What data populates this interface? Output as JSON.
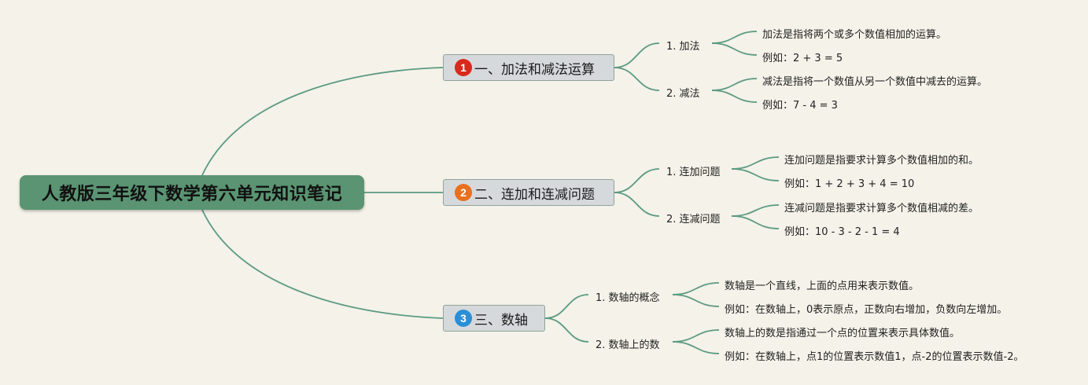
{
  "root": {
    "title": "人教版三年级下数学第六单元知识笔记"
  },
  "branches": [
    {
      "number": "1",
      "badge_color": "#d9291c",
      "title": "一、加法和减法运算",
      "subs": [
        {
          "label": "1. 加法",
          "leaves": [
            "加法是指将两个或多个数值相加的运算。",
            "例如：2 + 3 = 5"
          ]
        },
        {
          "label": "2. 减法",
          "leaves": [
            "减法是指将一个数值从另一个数值中减去的运算。",
            "例如：7 - 4 = 3"
          ]
        }
      ]
    },
    {
      "number": "2",
      "badge_color": "#e8701e",
      "title": "二、连加和连减问题",
      "subs": [
        {
          "label": "1. 连加问题",
          "leaves": [
            "连加问题是指要求计算多个数值相加的和。",
            "例如：1 + 2 + 3 + 4 = 10"
          ]
        },
        {
          "label": "2. 连减问题",
          "leaves": [
            "连减问题是指要求计算多个数值相减的差。",
            "例如：10 - 3 - 2 - 1 = 4"
          ]
        }
      ]
    },
    {
      "number": "3",
      "badge_color": "#2a8fd6",
      "title": "三、数轴",
      "subs": [
        {
          "label": "1. 数轴的概念",
          "leaves": [
            "数轴是一个直线，上面的点用来表示数值。",
            "例如：在数轴上，0表示原点，正数向右增加，负数向左增加。"
          ]
        },
        {
          "label": "2. 数轴上的数",
          "leaves": [
            "数轴上的数是指通过一个点的位置来表示具体数值。",
            "例如：在数轴上，点1的位置表示数值1，点-2的位置表示数值-2。"
          ]
        }
      ]
    }
  ],
  "line_color": "#5c9a80"
}
